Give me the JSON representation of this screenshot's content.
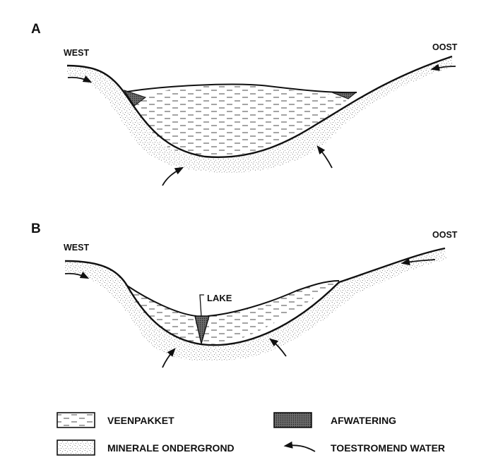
{
  "panels": [
    {
      "id": "A",
      "label": "A",
      "west_label": "WEST",
      "east_label": "OOST"
    },
    {
      "id": "B",
      "label": "B",
      "west_label": "WEST",
      "east_label": "OOST",
      "lake_label": "LAKE"
    }
  ],
  "legend": {
    "peat": "VEENPAKKET",
    "drainage": "AFWATERING",
    "mineral": "MINERALE ONDERGROND",
    "water": "TOESTROMEND WATER"
  },
  "colors": {
    "ink": "#111111",
    "paper": "#ffffff",
    "stipple": "#555555"
  }
}
